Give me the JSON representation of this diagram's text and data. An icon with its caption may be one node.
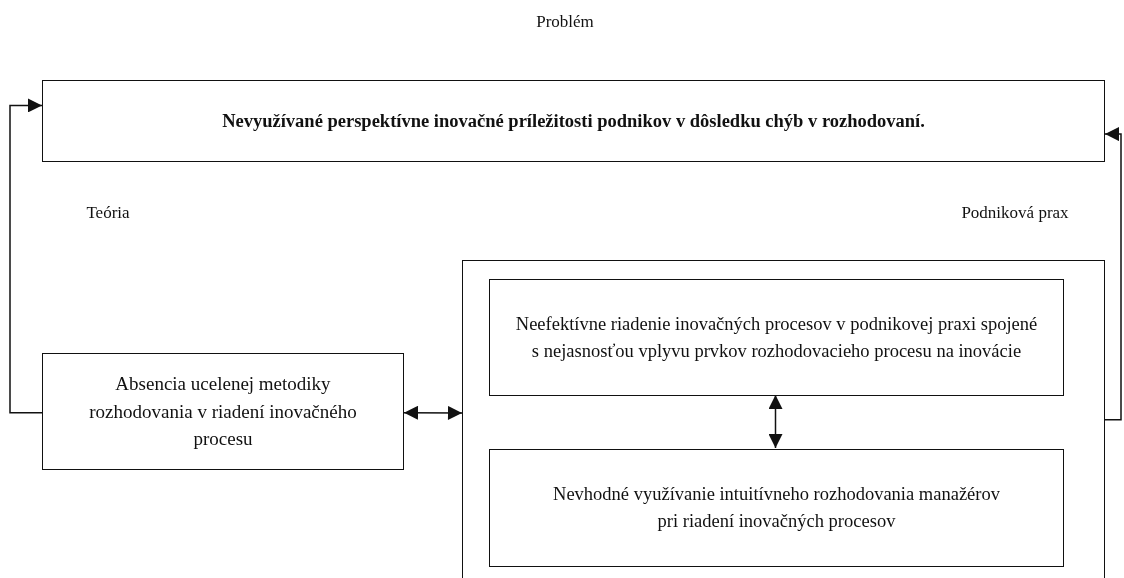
{
  "diagram": {
    "nodes": [
      {
        "text": [
          "Nevyužívané perspektívne inovačné príležitosti podnikov v dôsledku chýb v rozhodovaní."
        ]
      },
      {
        "text": [
          "Absencia ucelenej metodiky rozhodovania v riadení inovačného procesu"
        ]
      },
      {
        "text": [],
        "shape": "box"
      },
      {
        "text": [
          "Neefektívne riadenie inovačných procesov v podnikovej praxi spojené s nejasnosťou vplyvu prvkov rozhodovacieho procesu na inovácie"
        ],
        "in": 2
      },
      {
        "text": [
          "Nevhodné využívanie intuitívneho rozhodovania manažérov pri riadení inovačných procesov"
        ],
        "in": 2
      }
    ],
    "edges": [
      {
        "from": 1,
        "to": 0,
        "arrow": "to"
      },
      {
        "from": 2,
        "to": 0,
        "arrow": "to"
      },
      {
        "from": 1,
        "to": 2,
        "arrow": "both"
      },
      {
        "from": 3,
        "to": 4,
        "arrow": "both"
      }
    ],
    "labels": [
      "Problém",
      "Teória",
      "Podniková prax"
    ]
  }
}
